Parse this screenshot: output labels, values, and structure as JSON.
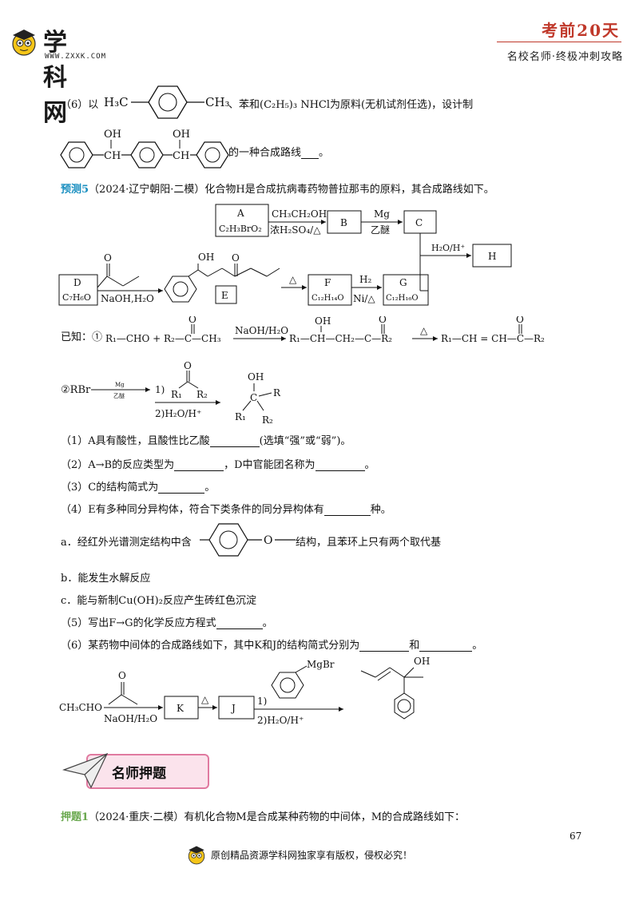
{
  "header": {
    "logo_text": "学科网",
    "logo_url": "WWW.ZXXK.COM",
    "title": "考前20天",
    "subtitle": "名校名师·终极冲刺攻略"
  },
  "q6_top": {
    "prefix": "（6）以",
    "left_group": "H₃C",
    "right_group": "CH₃",
    "text": "、苯和(C₂H₅)₃ NHCl为原料(无机试剂任选)，设计制",
    "oh1": "OH",
    "oh2": "OH",
    "ch1": "CH",
    "ch2": "CH",
    "tail": "的一种合成路线",
    "tail_end": "。"
  },
  "predict5": {
    "label": "预测5",
    "text": "（2024·辽宁朝阳·二模）化合物H是合成抗病毒药物普拉那韦的原料，其合成路线如下。"
  },
  "scheme1": {
    "box_a_top": "A",
    "box_a_bottom": "C₂H₃BrO₂",
    "reagent_ab_top": "CH₃CH₂OH",
    "reagent_ab_bottom": "浓H₂SO₄/△",
    "box_b": "B",
    "reagent_bc_top": "Mg",
    "reagent_bc_bottom": "乙醚",
    "box_c": "C",
    "reagent_h": "H₂O/H⁺",
    "box_h": "H",
    "box_d_top": "D",
    "box_d_bottom": "C₇H₆O",
    "reagent_de": "NaOH,H₂O",
    "e_oh": "OH",
    "e_o": "O",
    "box_e": "E",
    "reagent_ef": "△",
    "box_f_top": "F",
    "box_f_bottom": "C₁₂H₁₄O",
    "reagent_fg_top": "H₂",
    "reagent_fg_bottom": "Ni/△",
    "box_g_top": "G",
    "box_g_bottom": "C₁₂H₁₆O",
    "ketone_o": "O"
  },
  "known": {
    "label": "已知：①",
    "r1cho": "R₁—CHO + R₂—C—CH₃",
    "o1": "O",
    "cond1": "NaOH/H₂O",
    "mid": "R₁—CH—CH₂—C—R₂",
    "mid_oh": "OH",
    "mid_o": "O",
    "cond2": "△",
    "product": "R₁—CH = CH—C—R₂",
    "product_o": "O",
    "label2": "②RBr",
    "mg": "Mg",
    "ether": "乙醚",
    "step1": "1)",
    "k_o": "O",
    "k_r1": "R₁",
    "k_r2": "R₂",
    "step2": "2)H₂O/H⁺",
    "p_oh": "OH",
    "p_c": "C",
    "p_r": "R",
    "p_r1": "R₁",
    "p_r2": "R₂"
  },
  "questions": {
    "q1_a": "（1）A具有酸性，且酸性比乙酸",
    "q1_b": "(选填“强”或“弱”)。",
    "q2_a": "（2）A→B的反应类型为",
    "q2_b": "，D中官能团名称为",
    "q2_c": "。",
    "q3_a": "（3）C的结构简式为",
    "q3_b": "。",
    "q4_a": "（4）E有多种同分异构体，符合下类条件的同分异构体有",
    "q4_b": "种。",
    "qa_a": "a．经红外光谱测定结构中含",
    "qa_o": "O",
    "qa_b": "结构，且苯环上只有两个取代基",
    "qb": "b．能发生水解反应",
    "qc": "c．能与新制Cu(OH)₂反应产生砖红色沉淀",
    "q5_a": "（5）写出F→G的化学反应方程式",
    "q5_b": "。",
    "q6_a": "（6）某药物中间体的合成路线如下，其中K和J的结构简式分别为",
    "q6_b": "和",
    "q6_c": "。"
  },
  "scheme2": {
    "start": "CH₃CHO",
    "ketone_o": "O",
    "reagent1": "NaOH/H₂O",
    "box_k": "K",
    "reagent2": "△",
    "box_j": "J",
    "step1": "1)",
    "mgbr": "MgBr",
    "step2": "2)H₂O/H⁺",
    "p_oh": "OH"
  },
  "banner": {
    "text": "名师押题"
  },
  "push1": {
    "label": "押题1",
    "text": "（2024·重庆·二模）有机化合物M是合成某种药物的中间体，M的合成路线如下："
  },
  "page_number": "67",
  "footer": {
    "text": "原创精品资源学科网独家享有版权，侵权必究！"
  }
}
